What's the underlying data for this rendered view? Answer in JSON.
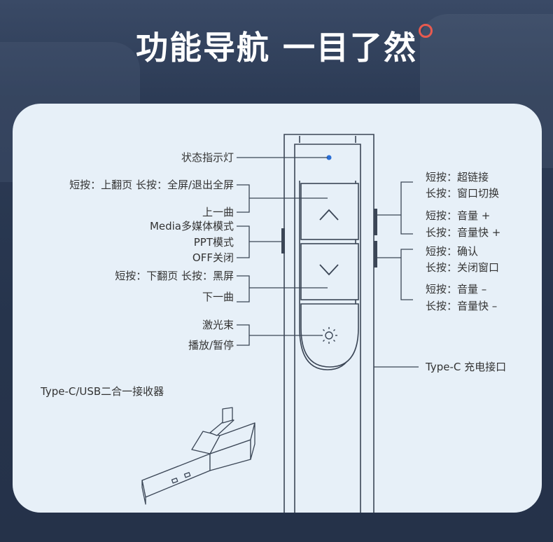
{
  "title": "功能导航  一目了然",
  "labels": {
    "status_light": "状态指示灯",
    "page_up_short": "短按：上翻页 长按：全屏/退出全屏",
    "prev_track": "上一曲",
    "media_mode": "Media多媒体模式",
    "ppt_mode": "PPT模式",
    "off": "OFF关闭",
    "page_down_short": "短按：下翻页 长按：黑屏",
    "next_track": "下一曲",
    "laser": "激光束",
    "play_pause": "播放/暂停",
    "receiver": "Type-C/USB二合一接收器",
    "hyperlink_short": "短按：超链接",
    "window_switch_long": "长按：窗口切换",
    "vol_up_short": "短按：音量 +",
    "vol_up_long": "长按：音量快 +",
    "confirm_short": "短按：确认",
    "close_window_long": "长按：关闭窗口",
    "vol_down_short": "短按：音量 –",
    "vol_down_long": "长按：音量快 –",
    "charge_port": "Type-C 充电接口"
  },
  "colors": {
    "card_bg": "#e7f0f8",
    "line": "#3b4656",
    "indicator": "#2a6fd6",
    "title_ring": "#e85a4f"
  }
}
